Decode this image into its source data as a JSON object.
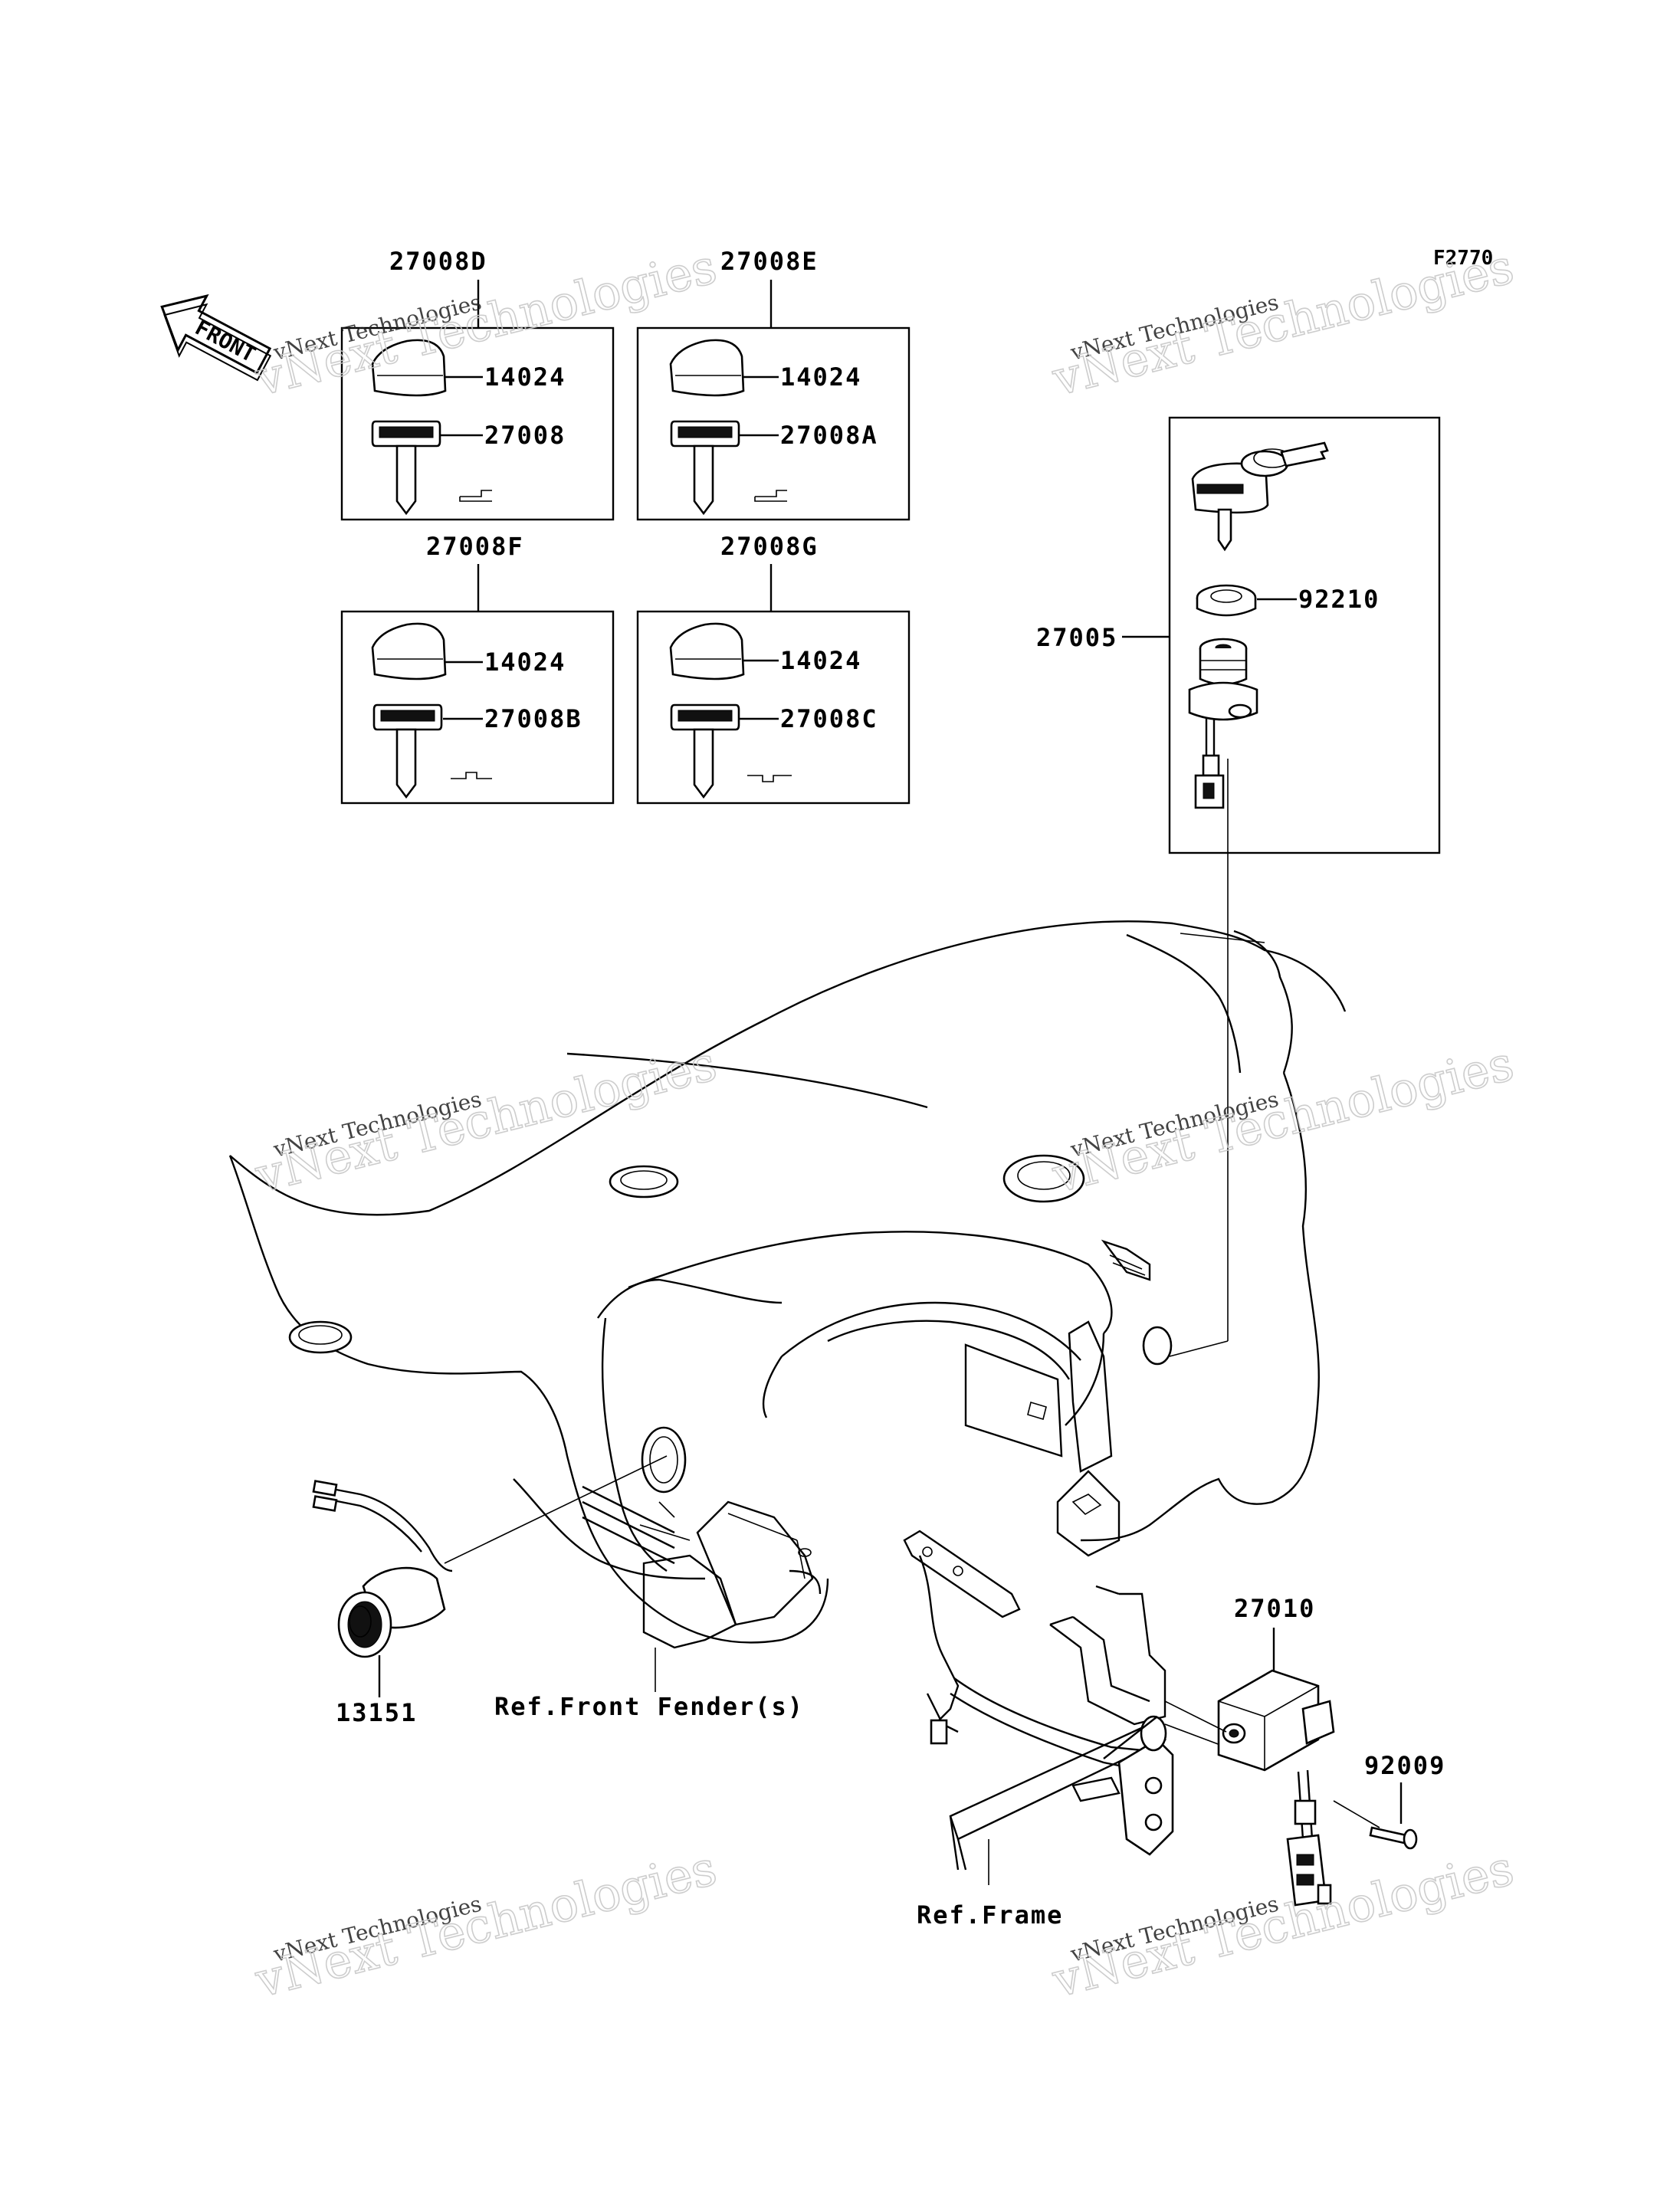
{
  "figure_id": "F2770",
  "direction_arrow": {
    "text": "FRONT",
    "icon": "front-arrow-icon"
  },
  "callouts": {
    "kit_d": "27008D",
    "kit_e": "27008E",
    "kit_f": "27008F",
    "kit_g": "27008G",
    "d_cover": "14024",
    "d_key": "27008",
    "e_cover": "14024",
    "e_key": "27008A",
    "f_cover": "14024",
    "f_key": "27008B",
    "g_cover": "14024",
    "g_key": "27008C",
    "switch_assy": "27005",
    "nut": "92210",
    "socket": "13151",
    "relay": "27010",
    "screw": "92009"
  },
  "references": {
    "front_fender": "Ref.Front Fender(s)",
    "frame": "Ref.Frame"
  },
  "watermarks": [
    {
      "line1": "vNext Technologies",
      "line2": "vNext Technologies"
    },
    {
      "line1": "vNext Technologies",
      "line2": "vNext Technologies"
    },
    {
      "line1": "vNext Technologies",
      "line2": "vNext Technologies"
    },
    {
      "line1": "vNext Technologies",
      "line2": "vNext Technologies"
    },
    {
      "line1": "vNext Technologies",
      "line2": "vNext Technologies"
    },
    {
      "line1": "vNext Technologies",
      "line2": "vNext Technologies"
    }
  ]
}
